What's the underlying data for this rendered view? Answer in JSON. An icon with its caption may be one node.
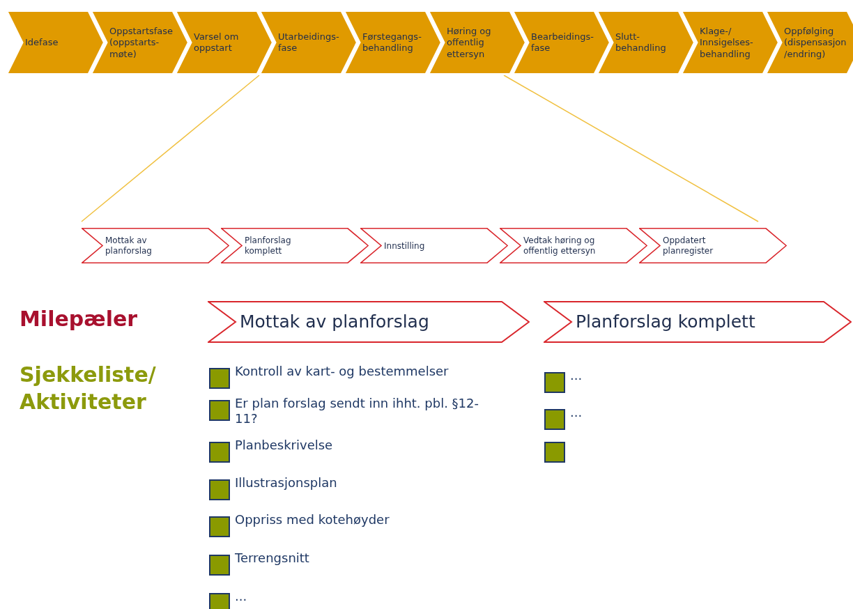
{
  "diagram": {
    "nodes": [
      {
        "text": [
          "Idefase"
        ]
      },
      {
        "text": [
          "Oppstartsfase (oppstarts-møte)"
        ]
      },
      {
        "text": [
          "Varsel om oppstart"
        ]
      },
      {
        "text": [
          "Utarbeidings-fase"
        ]
      },
      {
        "text": [
          "Førstegangs-behandling"
        ]
      },
      {
        "text": [
          "Høring og offentlig ettersyn"
        ]
      },
      {
        "text": [
          "Bearbeidings-fase"
        ]
      },
      {
        "text": [
          "Slutt-behandling"
        ]
      },
      {
        "text": [
          "Klage-/ Innsigelses-behandling"
        ]
      },
      {
        "text": [
          "Oppfølging (dispensasjon /endring)"
        ]
      },
      {
        "text": [
          "Mottak av planforslag"
        ]
      },
      {
        "text": [
          "Planforslag komplett"
        ]
      },
      {
        "text": [
          "Innstilling"
        ]
      },
      {
        "text": [
          "Vedtak høring og offentlig ettersyn"
        ]
      },
      {
        "text": [
          "Oppdatert planregister"
        ]
      },
      {
        "text": [
          "Mottak av planforslag"
        ]
      },
      {
        "text": [
          "Planforslag komplett"
        ]
      }
    ],
    "labels": [
      "Milepæler",
      "Sjekkeliste/ Aktiviteter",
      "Kontroll av kart- og bestemmelser",
      "...",
      "Er plan forslag sendt inn ihht. pbl. §12-11?",
      "...",
      "Planbeskrivelse",
      "Illustrasjonsplan",
      "Oppriss med kotehøyder",
      "Terrengsnitt",
      "..."
    ]
  }
}
